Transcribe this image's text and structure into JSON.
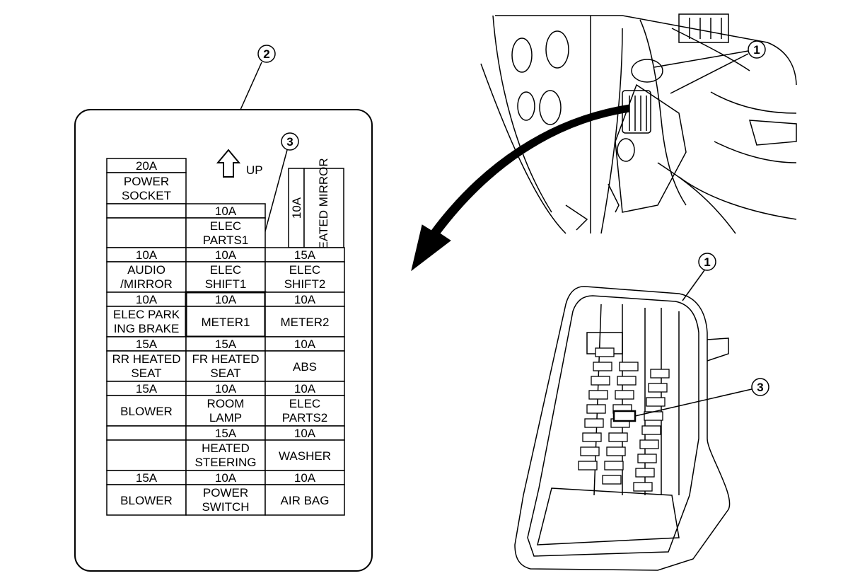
{
  "callouts": {
    "c1_top": "1",
    "c1_bottom": "1",
    "c2": "2",
    "c3_left": "3",
    "c3_right": "3"
  },
  "up_label": "UP",
  "heated_mirror": {
    "amp": "10A",
    "name": "HEATED MIRROR"
  },
  "power_socket": {
    "amp": "20A",
    "name": [
      "POWER",
      "SOCKET"
    ]
  },
  "elec_parts1": {
    "amp": "10A",
    "name": [
      "ELEC",
      "PARTS1"
    ]
  },
  "fuse_rows": [
    [
      {
        "amp": "10A",
        "name": [
          "AUDIO",
          "/MIRROR"
        ]
      },
      {
        "amp": "10A",
        "name": [
          "ELEC",
          "SHIFT1"
        ]
      },
      {
        "amp": "15A",
        "name": [
          "ELEC",
          "SHIFT2"
        ]
      }
    ],
    [
      {
        "amp": "10A",
        "name": [
          "ELEC PARK",
          "ING BRAKE"
        ]
      },
      {
        "amp": "10A",
        "name": [
          "METER1"
        ],
        "highlight": true
      },
      {
        "amp": "10A",
        "name": [
          "METER2"
        ]
      }
    ],
    [
      {
        "amp": "15A",
        "name": [
          "RR HEATED",
          "SEAT"
        ]
      },
      {
        "amp": "15A",
        "name": [
          "FR HEATED",
          "SEAT"
        ]
      },
      {
        "amp": "10A",
        "name": [
          "ABS"
        ]
      }
    ],
    [
      {
        "amp": "15A",
        "name": [
          "BLOWER"
        ]
      },
      {
        "amp": "10A",
        "name": [
          "ROOM",
          "LAMP"
        ]
      },
      {
        "amp": "10A",
        "name": [
          "ELEC",
          "PARTS2"
        ]
      }
    ],
    [
      {
        "amp": "",
        "name": []
      },
      {
        "amp": "15A",
        "name": [
          "HEATED",
          "STEERING"
        ]
      },
      {
        "amp": "10A",
        "name": [
          "WASHER"
        ]
      }
    ],
    [
      {
        "amp": "15A",
        "name": [
          "BLOWER"
        ]
      },
      {
        "amp": "10A",
        "name": [
          "POWER",
          "SWITCH"
        ]
      },
      {
        "amp": "10A",
        "name": [
          "AIR BAG"
        ]
      }
    ]
  ]
}
